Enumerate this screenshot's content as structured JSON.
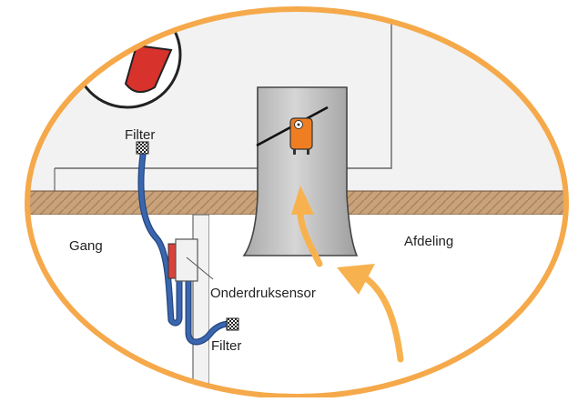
{
  "labels": {
    "filter_top": "Filter",
    "filter_bottom": "Filter",
    "gang": "Gang",
    "afdeling": "Afdeling",
    "sensor": "Onderdruksensor"
  },
  "colors": {
    "frame": "#f5a94a",
    "wall": "#f2f2f2",
    "floor": "#c9a27a",
    "duct": "#c4c4c4",
    "tube": "#3a66b0",
    "actuator": "#ef7e22",
    "sensor": "#d9423a",
    "arrow": "#f7b24f",
    "lamp": "#d8322d"
  },
  "icons": [
    "filter-icon",
    "damper-actuator-icon",
    "pressure-sensor-icon",
    "airflow-arrow-icon",
    "ceiling-lamp-icon"
  ]
}
